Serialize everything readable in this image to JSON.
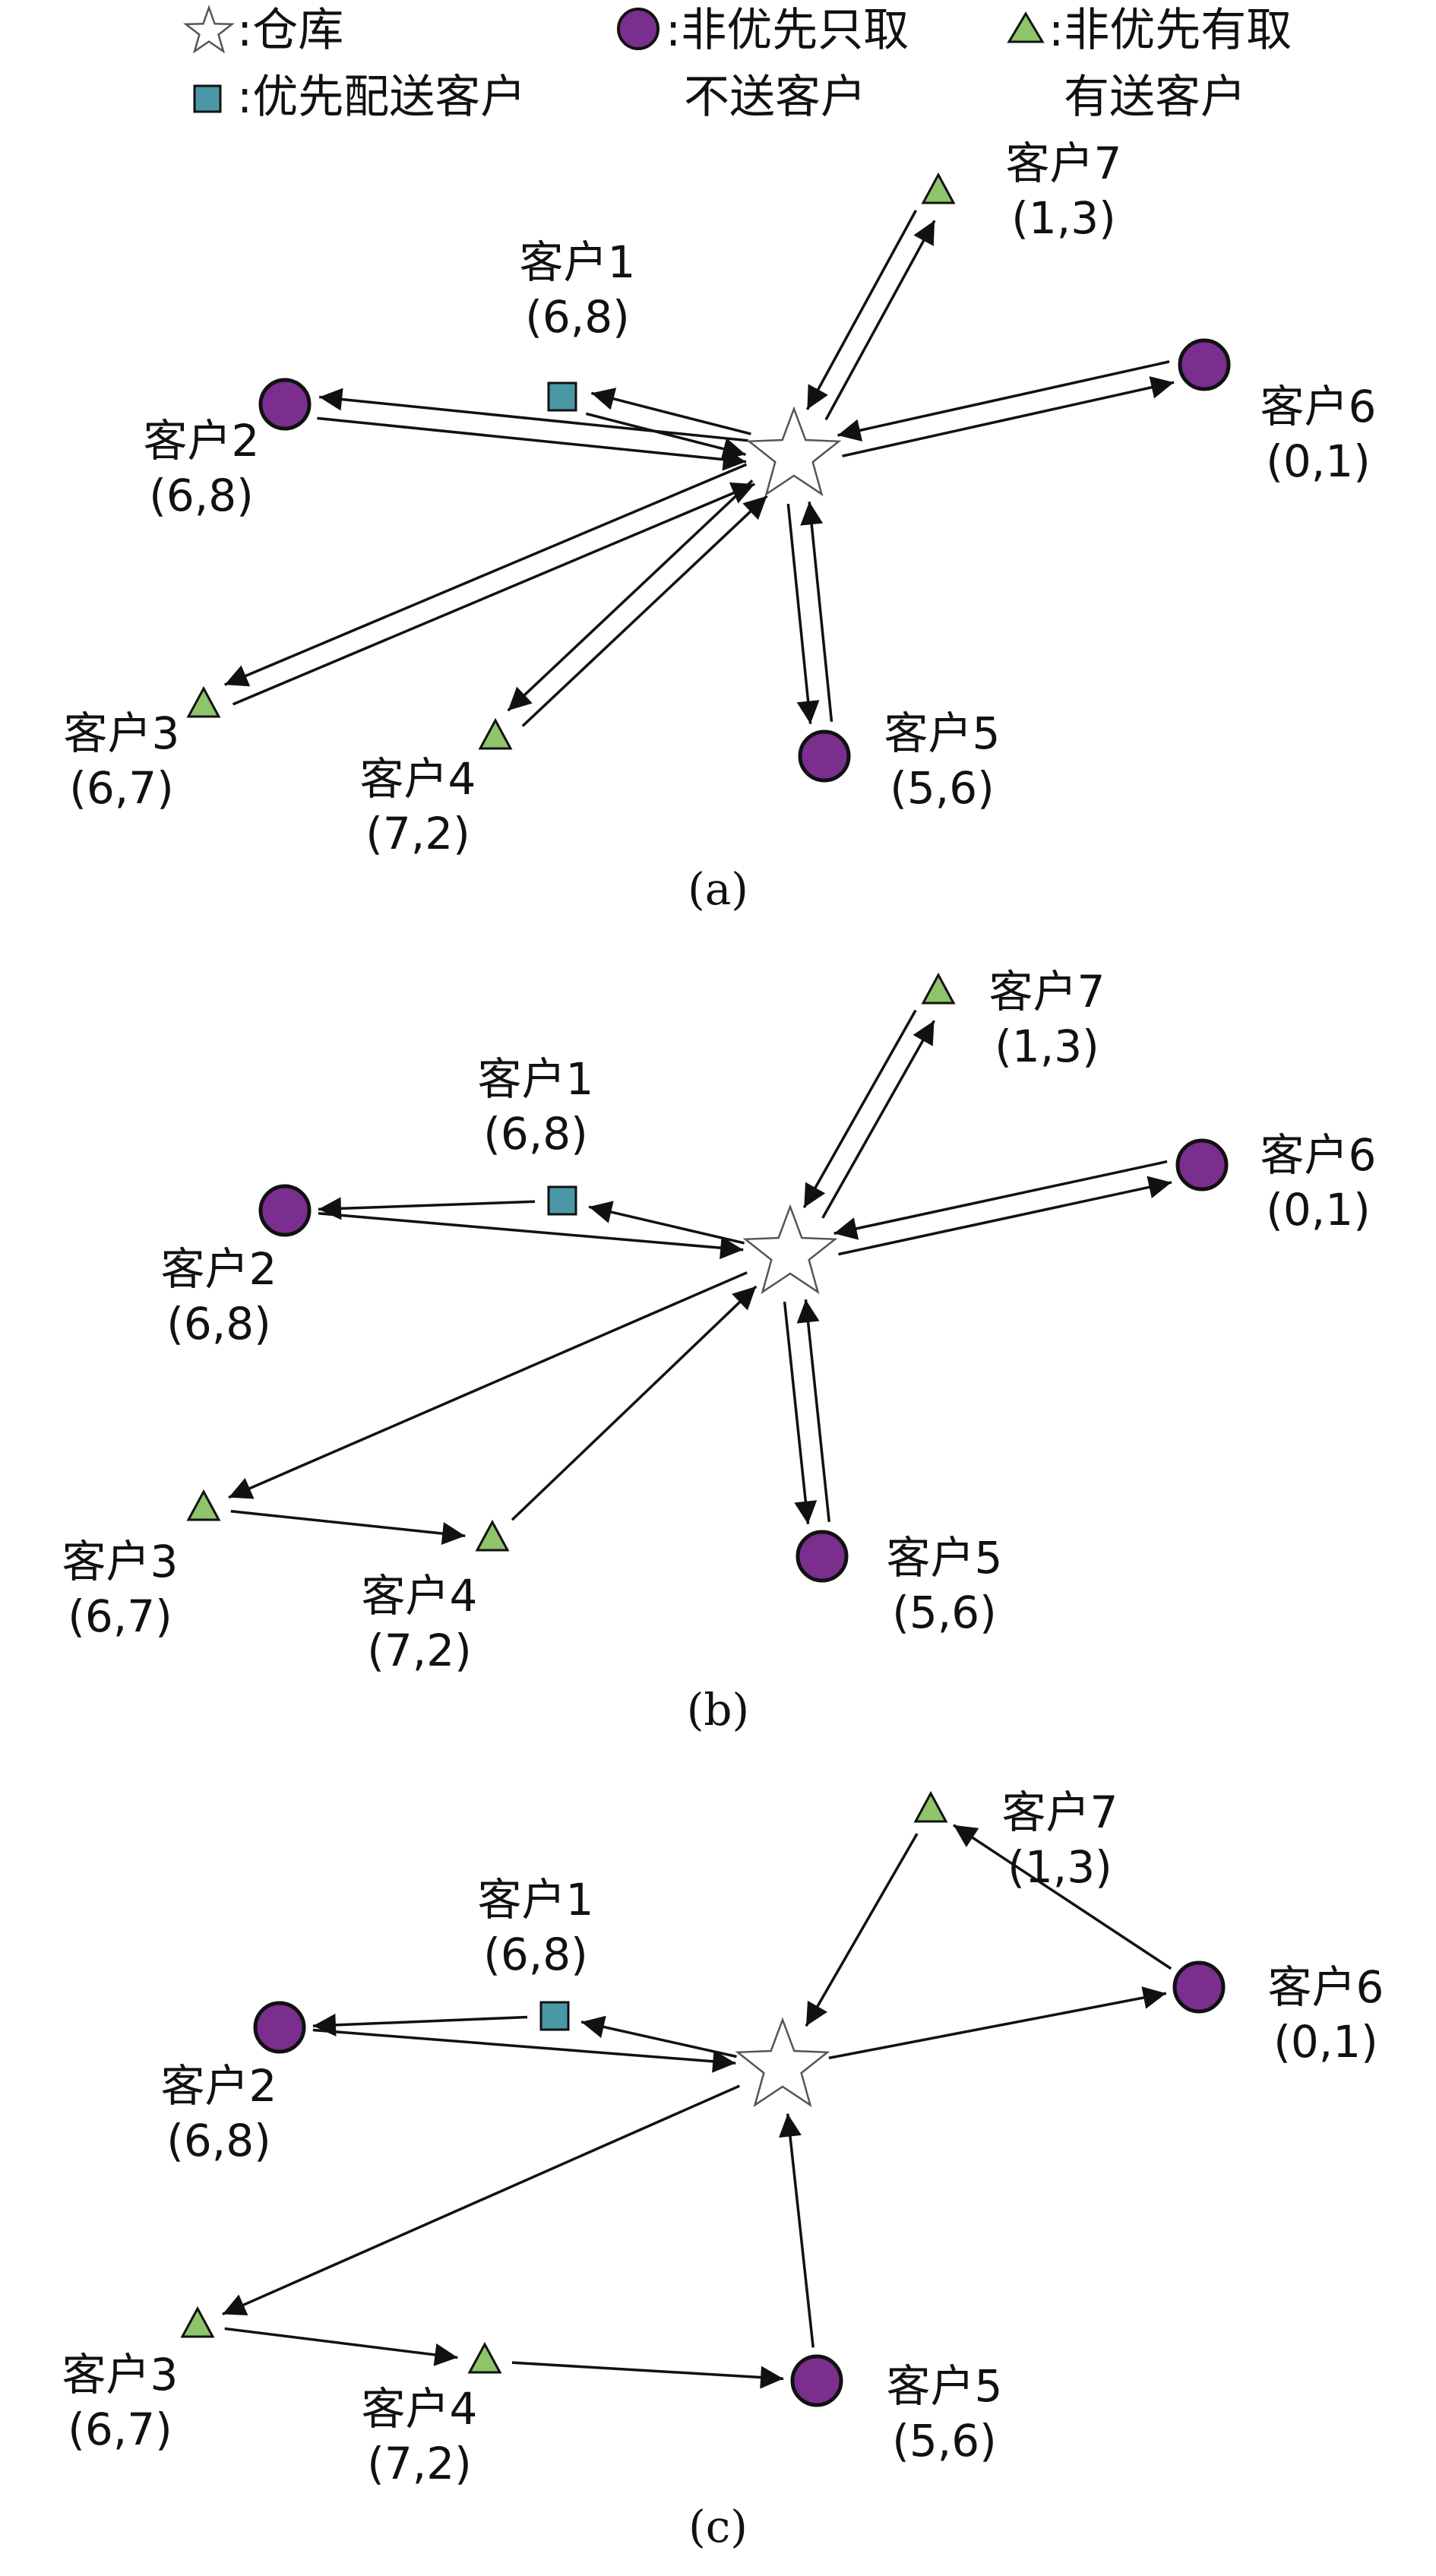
{
  "legend": {
    "depot": ":仓库",
    "priority": ":优先配送客户",
    "pickup_only": ":非优先只取",
    "pickup_only_2": "不送客户",
    "pickup_delivery": ":非优先有取",
    "pickup_delivery_2": "有送客户"
  },
  "colors": {
    "circle": "#7a2e8e",
    "square": "#4a97a6",
    "triangle": "#8fc46a"
  },
  "customers": [
    {
      "id": 1,
      "name": "客户1",
      "coord": "(6,8)",
      "type": "square"
    },
    {
      "id": 2,
      "name": "客户2",
      "coord": "(6,8)",
      "type": "circle"
    },
    {
      "id": 3,
      "name": "客户3",
      "coord": "(6,7)",
      "type": "triangle"
    },
    {
      "id": 4,
      "name": "客户4",
      "coord": "(7,2)",
      "type": "triangle"
    },
    {
      "id": 5,
      "name": "客户5",
      "coord": "(5,6)",
      "type": "circle"
    },
    {
      "id": 6,
      "name": "客户6",
      "coord": "(0,1)",
      "type": "circle"
    },
    {
      "id": 7,
      "name": "客户7",
      "coord": "(1,3)",
      "type": "triangle"
    }
  ],
  "panels": [
    {
      "caption": "(a)",
      "routes": [
        [
          "D",
          1,
          "D"
        ],
        [
          "D",
          2,
          "D"
        ],
        [
          "D",
          3,
          "D"
        ],
        [
          "D",
          4,
          "D"
        ],
        [
          "D",
          5,
          "D"
        ],
        [
          "D",
          6,
          "D"
        ],
        [
          "D",
          7,
          "D"
        ]
      ]
    },
    {
      "caption": "(b)",
      "routes": [
        [
          "D",
          1,
          2,
          "D"
        ],
        [
          "D",
          3,
          4,
          "D"
        ],
        [
          "D",
          5,
          "D"
        ],
        [
          "D",
          6,
          "D"
        ],
        [
          "D",
          7,
          "D"
        ]
      ]
    },
    {
      "caption": "(c)",
      "routes": [
        [
          "D",
          1,
          2,
          "D"
        ],
        [
          "D",
          3,
          4,
          5,
          "D"
        ],
        [
          "D",
          6,
          7,
          "D"
        ]
      ]
    }
  ]
}
